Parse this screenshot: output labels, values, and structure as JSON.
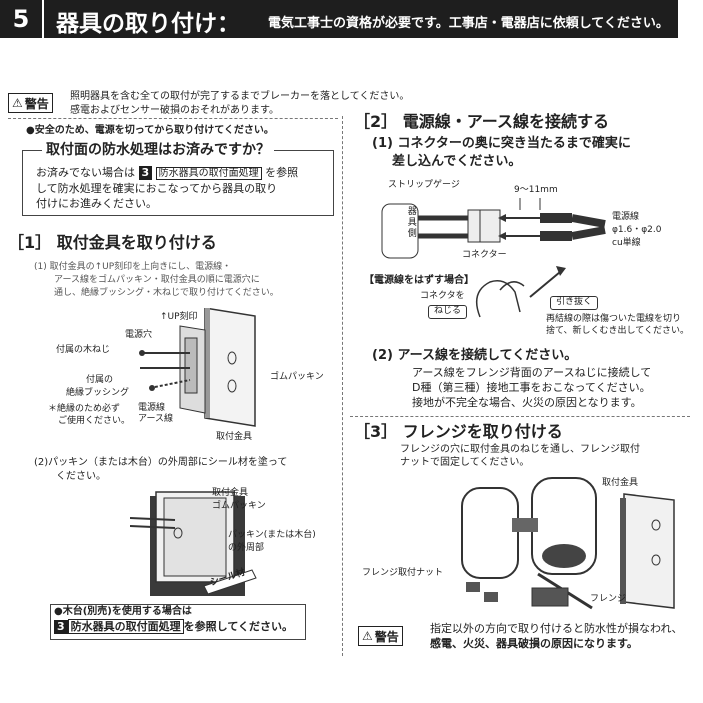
{
  "header": {
    "number": "5",
    "title": "器具の取り付け：",
    "subtitle": "電気工事士の資格が必要です。工事店・電器店に依頼してください。"
  },
  "top_warning": {
    "badge": "警告",
    "line1": "照明器具を含む全ての取付が完了するまでブレーカーを落としてください。",
    "line2": "感電およびセンサー破損のおそれがあります。"
  },
  "safety_note": "●安全のため、電源を切ってから取り付けてください。",
  "waterproof_box": {
    "title": "取付面の防水処理はお済みですか？",
    "line1_pre": "お済みでない場合は",
    "ref_num": "3",
    "ref_label": "防水器具の取付面処理",
    "line1_post": "を参照",
    "line2": "して防水処理を確実におこなってから器具の取り",
    "line3": "付けにお進みください。"
  },
  "section1": {
    "heading": "［1］ 取付金具を取り付ける",
    "step1_line1": "(1) 取付金具の↑UP刻印を上向きにし、電源線・",
    "step1_line2": "アース線をゴムパッキン・取付金具の順に電源穴に",
    "step1_line3": "通し、絶縁ブッシング・木ねじで取り付けてください。",
    "labels": {
      "up_mark": "↑UP刻印",
      "power_hole": "電源穴",
      "wood_screw": "付属の木ねじ",
      "bushing1": "付属の",
      "bushing2": "絶縁ブッシング",
      "bushing_note1": "＊絶縁のため必ず",
      "bushing_note2": "ご使用ください。",
      "power_wire": "電源線",
      "earth_wire": "アース線",
      "rubber_packing": "ゴムパッキン",
      "bracket": "取付金具"
    },
    "step2_line1": "(2)パッキン（または木台）の外周部にシール材を塗って",
    "step2_line2": "ください。",
    "labels2": {
      "bracket": "取付金具",
      "rubber_packing": "ゴムパッキン",
      "packing_outer1": "パッキン(または木台)",
      "packing_outer2": "の外周部",
      "sealant": "シール材"
    },
    "wood_base_note1": "●木台(別売)を使用する場合は",
    "wood_ref_num": "3",
    "wood_ref_label": "防水器具の取付面処理",
    "wood_ref_post": "を参照してください。"
  },
  "section2": {
    "heading": "［2］ 電源線・アース線を接続する",
    "step1_line1": "(1) コネクターの奥に突き当たるまで確実に",
    "step1_line2": "差し込んでください。",
    "strip_gauge": "ストリップゲージ",
    "strip_length": "9〜11mm",
    "fixture_side": "器具側",
    "wire_label1": "電源線",
    "wire_label2": "φ1.6・φ2.0",
    "wire_label3": "cu単線",
    "connector": "コネクター",
    "remove_title": "【電源線をはずす場合】",
    "connector_rotate": "コネクタを",
    "twist": "ねじる",
    "pull_out": "引き抜く",
    "reuse_note1": "再結線の際は傷ついた電線を切り",
    "reuse_note2": "捨て、新しくむき出してください。",
    "step2_title": "(2) アース線を接続してください。",
    "step2_line1": "アース線をフレンジ背面のアースねじに接続して",
    "step2_line2": "D種（第三種）接地工事をおこなってください。",
    "step2_line3": "接地が不完全な場合、火災の原因となります。"
  },
  "section3": {
    "heading": "［3］ フレンジを取り付ける",
    "line1": "フレンジの穴に取付金具のねじを通し、フレンジ取付",
    "line2": "ナットで固定してください。",
    "bracket": "取付金具",
    "flange_nut": "フレンジ取付ナット",
    "flange": "フレンジ"
  },
  "bottom_warning": {
    "badge": "警告",
    "line1": "指定以外の方向で取り付けると防水性が損なわれ、",
    "line2": "感電、火災、器具破損の原因になります。"
  }
}
